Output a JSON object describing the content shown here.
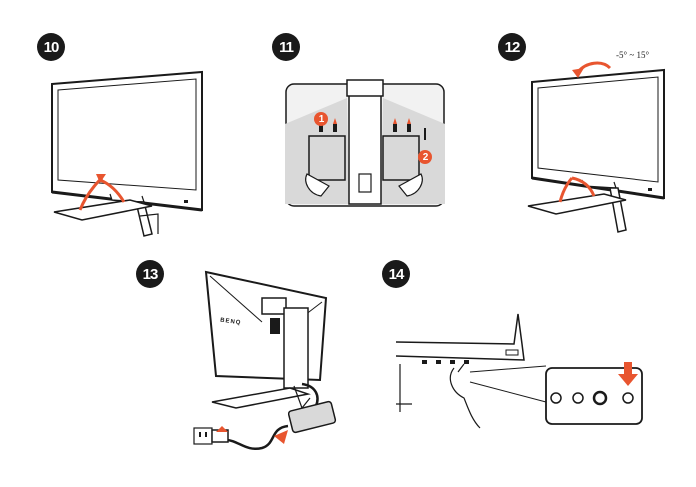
{
  "steps": [
    {
      "number": "10"
    },
    {
      "number": "11"
    },
    {
      "number": "12"
    },
    {
      "number": "13"
    },
    {
      "number": "14"
    }
  ],
  "step11": {
    "callouts": [
      "1",
      "2"
    ]
  },
  "step12": {
    "tilt_label": "-5° ~ 15°"
  },
  "step13": {
    "brand": "BENQ"
  },
  "colors": {
    "ink": "#1a1a1a",
    "accent": "#e8552f",
    "panel_bg": "#f2f2f2",
    "shade": "#d9d9d9"
  }
}
